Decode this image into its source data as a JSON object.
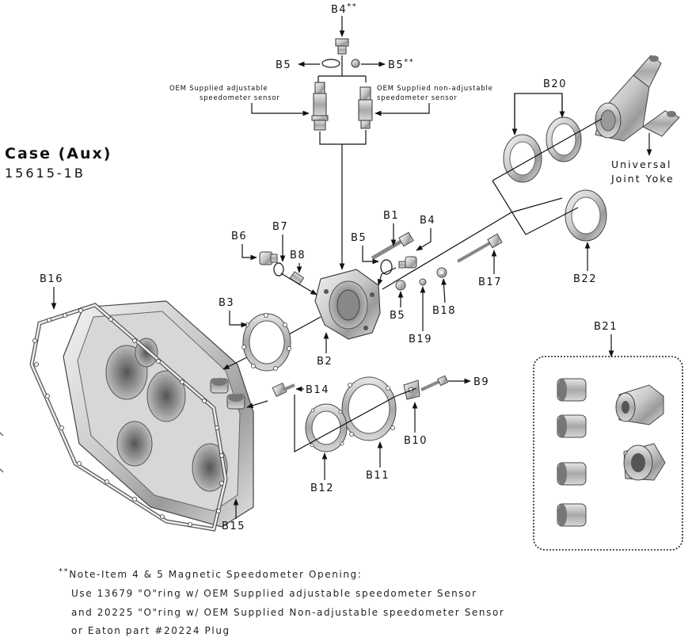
{
  "title": "Case (Aux)",
  "part_number": "15615-1B",
  "sensors": {
    "adjustable": [
      "OEM Supplied adjustable",
      "speedometer sensor"
    ],
    "non_adjustable": [
      "OEM Supplied non-adjustable",
      "speedometer sensor"
    ]
  },
  "yoke_label": [
    "Universal",
    "Joint Yoke"
  ],
  "callouts": {
    "b1": "B1",
    "b2": "B2",
    "b3": "B3",
    "b4_top": "B4",
    "b4_top_mark": "**",
    "b4": "B4",
    "b5_left": "B5",
    "b5_right": "B5",
    "b5_right_mark": "**",
    "b5_mid": "B5",
    "b5_low": "B5",
    "b6": "B6",
    "b7": "B7",
    "b8": "B8",
    "b9": "B9",
    "b10": "B10",
    "b11": "B11",
    "b12": "B12",
    "b14": "B14",
    "b15": "B15",
    "b16": "B16",
    "b17": "B17",
    "b18": "B18",
    "b19": "B19",
    "b20": "B20",
    "b21": "B21",
    "b22": "B22"
  },
  "note": {
    "mark": "**",
    "line1": "Note-Item 4 & 5 Magnetic Speedometer Opening:",
    "line2": "Use 13679 \"O\"ring w/ OEM Supplied adjustable speedometer Sensor",
    "line3": "and 20225 \"O\"ring w/ OEM Supplied Non-adjustable speedometer Sensor",
    "line4": "or Eaton part #20224 Plug"
  }
}
